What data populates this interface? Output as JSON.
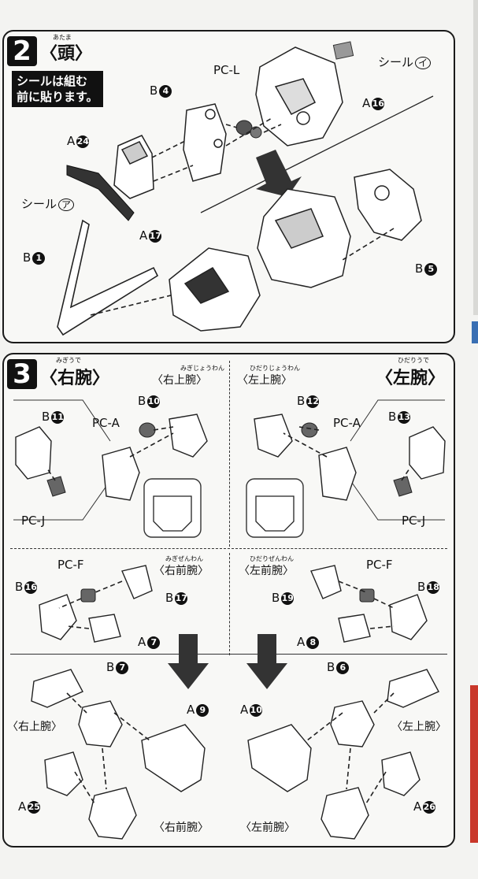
{
  "step2": {
    "number": "2",
    "title": "〈頭〉",
    "title_ruby": "あたま",
    "note_line1": "シールは組む",
    "note_line2": "前に貼ります。",
    "labels": {
      "pcl": "PC-L",
      "b4": "B",
      "b4n": "4",
      "a24": "A",
      "a24n": "24",
      "seal_i": "シール",
      "seal_i_mark": "イ",
      "a16": "A",
      "a16n": "16",
      "seal_a": "シール",
      "seal_a_mark": "ア",
      "b1": "B",
      "b1n": "1",
      "a17": "A",
      "a17n": "17",
      "b5": "B",
      "b5n": "5"
    }
  },
  "step3": {
    "number": "3",
    "title_right_arm": "〈右腕〉",
    "title_left_arm": "〈左腕〉",
    "ruby_right_arm": "みぎうで",
    "ruby_left_arm": "ひだりうで",
    "sub_right_upper": "〈右上腕〉",
    "sub_left_upper": "〈左上腕〉",
    "sub_right_fore": "〈右前腕〉",
    "sub_left_fore": "〈左前腕〉",
    "ruby_right_upper": "みぎじょうわん",
    "ruby_left_upper": "ひだりじょうわん",
    "ruby_right_fore": "みぎぜんわん",
    "ruby_left_fore": "ひだりぜんわん",
    "labels": {
      "b11": "B",
      "b11n": "11",
      "pcj": "PC-J",
      "b10": "B",
      "b10n": "10",
      "pca": "PC-A",
      "b12": "B",
      "b12n": "12",
      "b13": "B",
      "b13n": "13",
      "pcf": "PC-F",
      "b16": "B",
      "b16n": "16",
      "b17": "B",
      "b17n": "17",
      "a7": "A",
      "a7n": "7",
      "b19": "B",
      "b19n": "19",
      "b18": "B",
      "b18n": "18",
      "a8": "A",
      "a8n": "8",
      "b7": "B",
      "b7n": "7",
      "a9": "A",
      "a9n": "9",
      "a25": "A",
      "a25n": "25",
      "b6": "B",
      "b6n": "6",
      "a10": "A",
      "a10n": "10",
      "a26": "A",
      "a26n": "26"
    }
  }
}
